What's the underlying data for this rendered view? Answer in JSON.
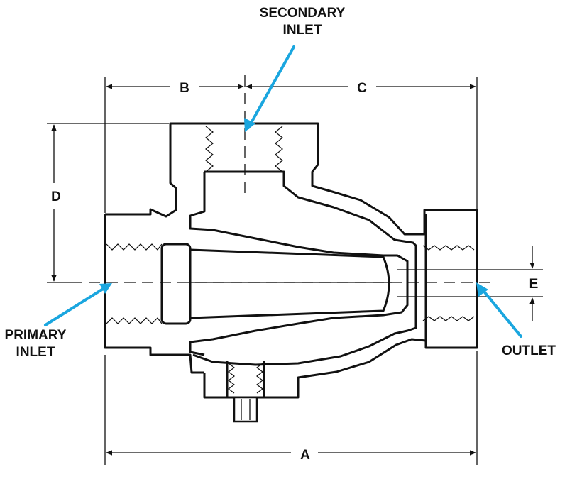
{
  "labels": {
    "secondary_inlet_line1": "SECONDARY",
    "secondary_inlet_line2": "INLET",
    "primary_inlet_line1": "PRIMARY",
    "primary_inlet_line2": "INLET",
    "outlet": "OUTLET",
    "dim_a": "A",
    "dim_b": "B",
    "dim_c": "C",
    "dim_d": "D",
    "dim_e": "E"
  },
  "colors": {
    "callout_arrow": "#1aa6df",
    "line": "#111111",
    "background": "#ffffff"
  }
}
